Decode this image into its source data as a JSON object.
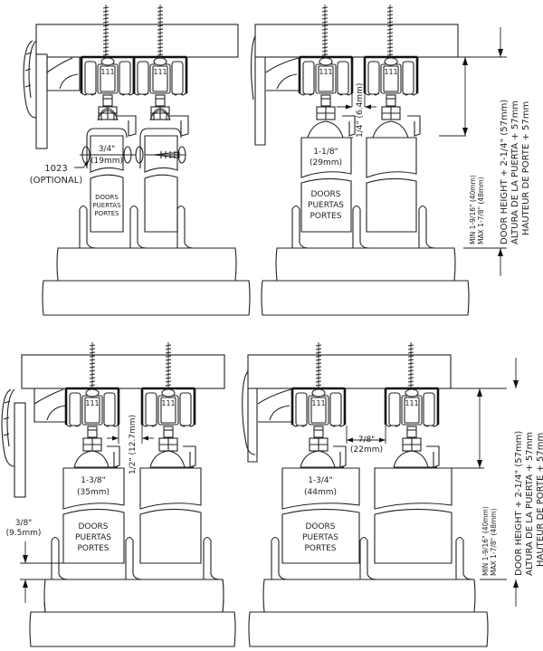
{
  "roller_label": "111",
  "door_label_lines": [
    "DOORS",
    "PUERTAS",
    "PORTES"
  ],
  "panels": [
    {
      "id": "panel-top-left",
      "thickness": [
        "3/4\"",
        "(19mm)"
      ],
      "part_callout": [
        "1023",
        "(OPTIONAL)"
      ]
    },
    {
      "id": "panel-top-right",
      "thickness": [
        "1-1/8\"",
        "(29mm)"
      ],
      "gap": "1/4\" (6.4mm)"
    },
    {
      "id": "panel-bottom-left",
      "thickness": [
        "1-3/8\"",
        "(35mm)"
      ],
      "gap": "1/2\" (12.7mm)",
      "floor_clearance": [
        "3/8\"",
        "(9.5mm)"
      ]
    },
    {
      "id": "panel-bottom-right",
      "thickness": [
        "1-3/4\"",
        "(44mm)"
      ],
      "gap": [
        "7/8\"",
        "(22mm)"
      ]
    }
  ],
  "height_dimension": {
    "min": "MIN 1-9/16\" (40mm)",
    "max": "MAX 1-7/8\" (48mm)",
    "line_en": "DOOR HEIGHT + 2-1/4\" (57mm)",
    "line_es": "ALTURA DE LA PUERTA + 57mm",
    "line_fr": "HAUTEUR DE PORTE + 57mm"
  }
}
